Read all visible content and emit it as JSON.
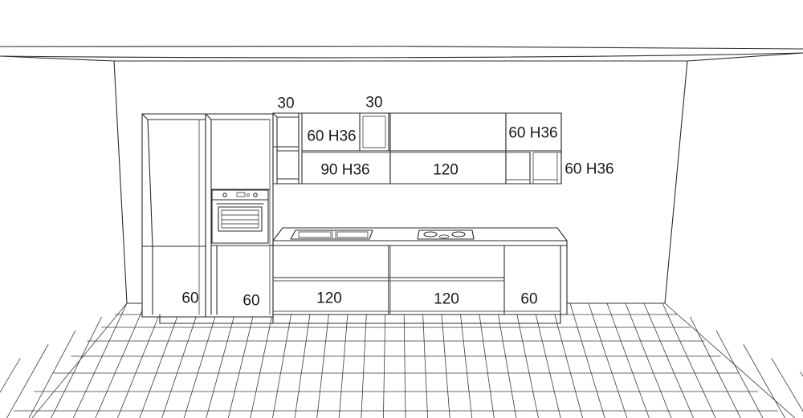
{
  "labels": {
    "upper_corner_top_left": "30",
    "upper_corner_top_mid": "30",
    "upper_60_h36_left": "60 H36",
    "upper_90_h36": "90 H36",
    "upper_120": "120",
    "upper_60_h36_right": "60 H36",
    "upper_60_h36_far_right": "60 H36",
    "tall_unit_60_left": "60",
    "oven_unit_60": "60",
    "base_120_left": "120",
    "base_120_right": "120",
    "base_60_right": "60"
  }
}
